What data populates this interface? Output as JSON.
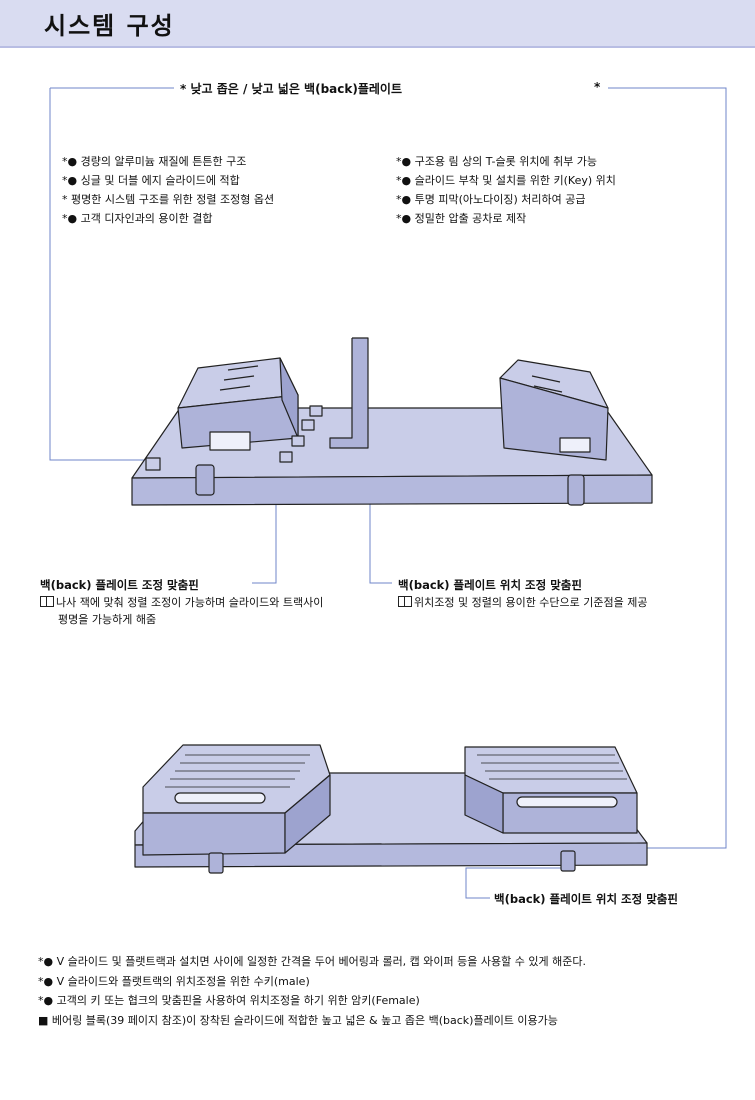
{
  "title": "시스템 구성",
  "header": {
    "label": "* 낮고 좁은 / 낮고 넓은 백(back)플레이트",
    "star_right": "*"
  },
  "features_left": [
    "*● 경량의 알루미늄 재질에 튼튼한 구조",
    "*● 싱글 및 더블 에지 슬라이드에 적합",
    "*  평명한 시스템 구조를 위한 정렬 조정형 옵션",
    "*● 고객 디자인과의 용이한 결합"
  ],
  "features_right": [
    "*● 구조용 림 상의 T-슬롯 위치에 취부 가능",
    "*● 슬라이드 부착 및 설치를 위한 키(Key) 위치",
    "*● 투명 피막(아노다이징) 처리하여 공급",
    "*● 정밀한 압출 공차로 제작"
  ],
  "callouts": {
    "adjust_pin": {
      "title": "백(back) 플레이트 조정 맞춤핀",
      "desc_line1": "나사 잭에 맞춰 정렬 조정이 가능하며 슬라이드와 트랙사이",
      "desc_line2": "평명을 가능하게 해줌"
    },
    "position_pin_top": {
      "title": "백(back) 플레이트 위치 조정 맞춤핀",
      "desc": "위치조정 및 정렬의 용이한 수단으로 기준점을 제공"
    },
    "position_pin_bottom": {
      "title": "백(back) 플레이트 위치 조정 맞춤핀"
    }
  },
  "notes": [
    "*● V 슬라이드 및 플랫트랙과 설치면 사이에 일정한 간격을 두어 베어링과 롤러, 캡 와이퍼 등을 사용할 수 있게 해준다.",
    "*● V 슬라이드와 플랫트랙의 위치조정을 위한 수키(male)",
    "*● 고객의 키 또는 협크의 맞춤핀을 사용하여 위치조정을 하기 위한 암키(Female)",
    "■   베어링 블록(39 페이지 참조)이 장착된 슬라이드에 적합한 높고 넓은 & 높고 좁은 백(back)플레이트 이용가능"
  ],
  "colors": {
    "title_bar": "#d9dcf1",
    "part_fill": "#c9cde8",
    "part_side": "#a9aed6",
    "line_blue": "#6f86c9"
  }
}
